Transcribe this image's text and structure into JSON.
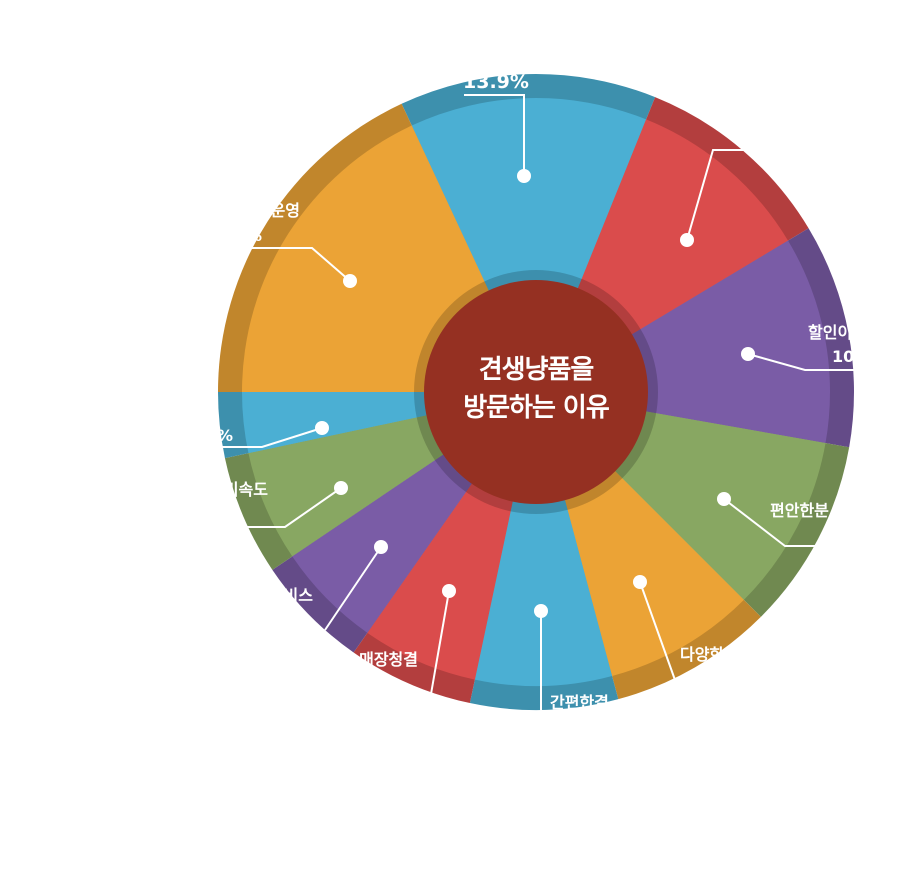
{
  "center_title": {
    "line1": "견생냥품을",
    "line2": "방문하는 이유"
  },
  "colors": {
    "blue": "#4BAFD3",
    "red": "#DA4C4C",
    "purple": "#7A5CA6",
    "green": "#88A762",
    "orange": "#EBA336",
    "center": "#953022"
  },
  "chart_data": {
    "type": "pie",
    "title": "견생냥품을 방문하는 이유",
    "slices": [
      {
        "label": "",
        "value_label": "13.9%",
        "color": "#4BAFD3"
      },
      {
        "label": "",
        "value_label": "",
        "color": "#DA4C4C"
      },
      {
        "label": "할인이",
        "value_label": "10",
        "color": "#7A5CA6"
      },
      {
        "label": "편안한분",
        "value_label": "",
        "color": "#88A762"
      },
      {
        "label": "다양한",
        "value_label": "",
        "color": "#EBA336"
      },
      {
        "label": "간편한결",
        "value_label": "",
        "color": "#4BAFD3"
      },
      {
        "label": "매장청결",
        "value_label": "",
        "color": "#DA4C4C"
      },
      {
        "label": "비스",
        "value_label": "",
        "color": "#7A5CA6"
      },
      {
        "label": "비속도",
        "value_label": "",
        "color": "#88A762"
      },
      {
        "label": "",
        "value_label": "%",
        "color": "#4BAFD3"
      },
      {
        "label": "운영",
        "value_label": "%",
        "color": "#EBA336"
      }
    ]
  }
}
